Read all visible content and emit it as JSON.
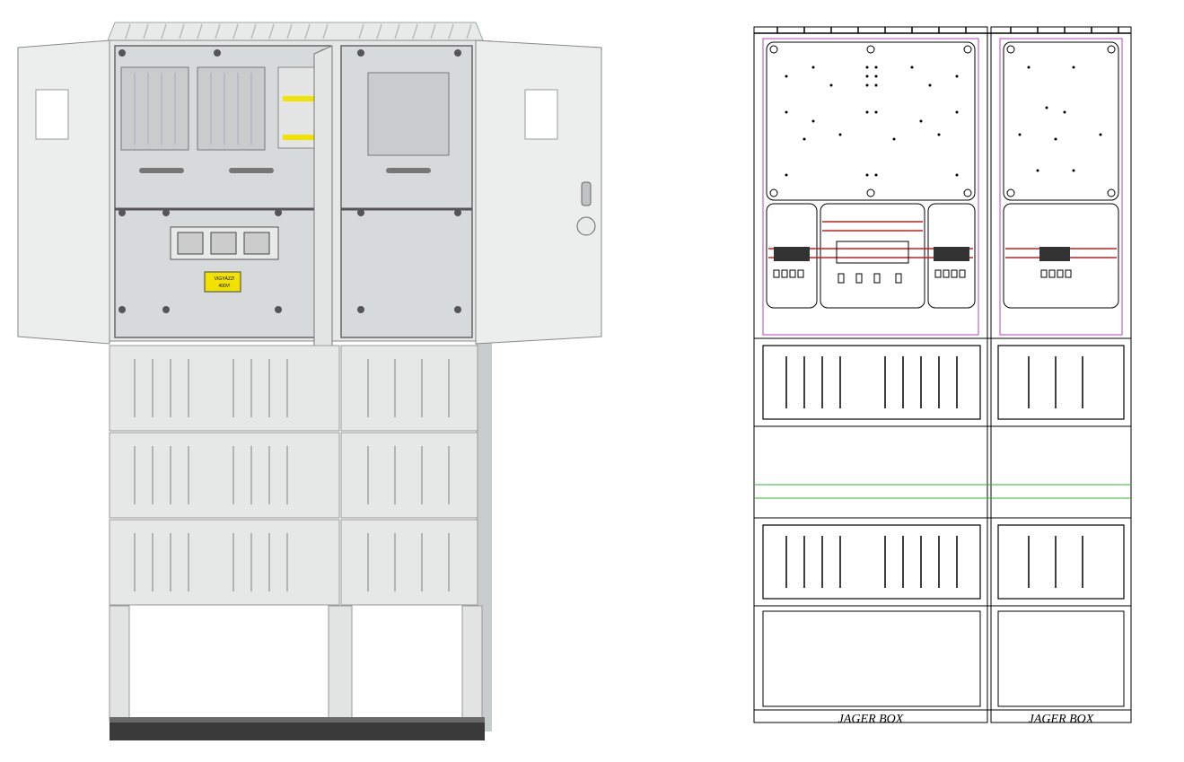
{
  "render": {
    "warning_label_line1": "VIGYÁZZ!",
    "warning_label_line2": "400V!",
    "colors": {
      "cabinet_body": "#eceeee",
      "cabinet_shadow": "#c9cccc",
      "door_inner": "#e2e4e4",
      "base_plinth": "#3a3a3a",
      "warning_yellow": "#f2e200",
      "bolt": "#555555"
    }
  },
  "drawing": {
    "left_brand": "JAGER BOX",
    "right_brand": "JAGER BOX",
    "colors": {
      "line": "#000000",
      "outline_magenta": "#c040c0",
      "busbar_red": "#c02020",
      "guide_green": "#30b030"
    }
  }
}
